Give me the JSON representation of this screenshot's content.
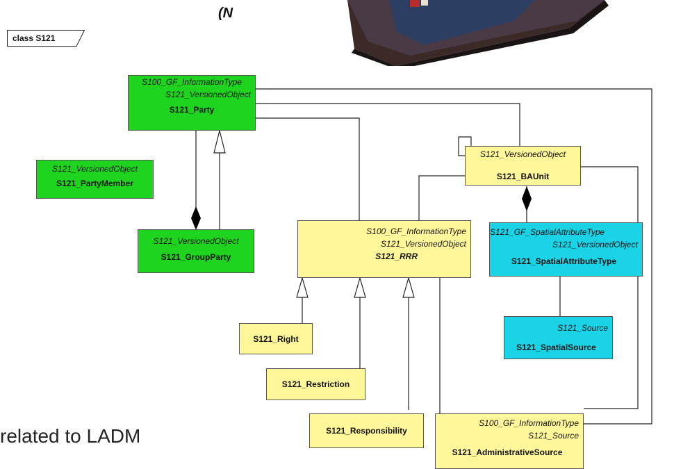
{
  "frame_label": "class S121",
  "top_fragment": "(N",
  "bottom_text": "related to LADM",
  "boxes": {
    "party": {
      "stereotypes": [
        "S100_GF_InformationType",
        "S121_VersionedObject"
      ],
      "name": "S121_Party"
    },
    "partymember": {
      "stereotypes": [
        "S121_VersionedObject"
      ],
      "name": "S121_PartyMember"
    },
    "groupparty": {
      "stereotypes": [
        "S121_VersionedObject"
      ],
      "name": "S121_GroupParty"
    },
    "baunit": {
      "stereotypes": [
        "S121_VersionedObject"
      ],
      "name": "S121_BAUnit"
    },
    "rrr": {
      "stereotypes": [
        "S100_GF_InformationType",
        "S121_VersionedObject"
      ],
      "name": "S121_RRR"
    },
    "spatialattr": {
      "stereotypes": [
        "S121_GF_SpatialAttributeType",
        "S121_VersionedObject"
      ],
      "name": "S121_SpatialAttributeType"
    },
    "right": {
      "name": "S121_Right"
    },
    "restriction": {
      "name": "S121_Restriction"
    },
    "responsibility": {
      "name": "S121_Responsibility"
    },
    "spatialsource": {
      "stereotypes": [
        "S121_Source"
      ],
      "name": "S121_SpatialSource"
    },
    "adminsource": {
      "stereotypes": [
        "S100_GF_InformationType",
        "S121_Source"
      ],
      "name": "S121_AdministrativeSource"
    }
  },
  "colors": {
    "green": "#1ed41e",
    "yellow": "#fff79a",
    "cyan": "#1ad3e6"
  }
}
